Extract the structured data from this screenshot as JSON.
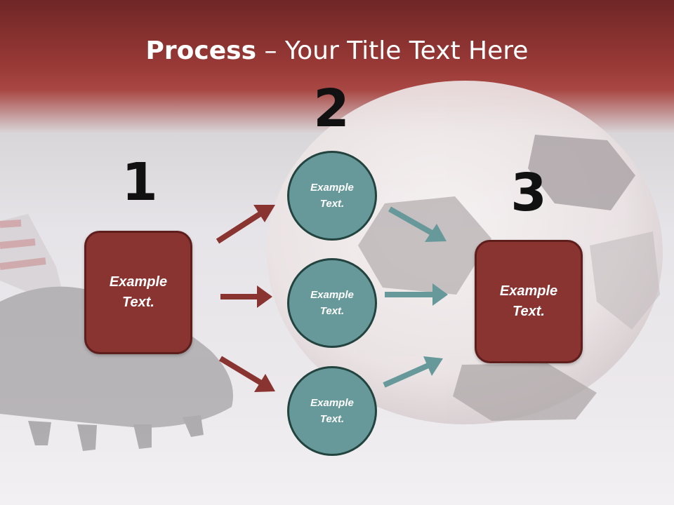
{
  "title": {
    "bold": "Process",
    "rest": " – Your Title Text Here"
  },
  "steps": [
    {
      "number": "1",
      "text": "Example\nText."
    },
    {
      "number": "2",
      "items": [
        {
          "text": "Example\nText."
        },
        {
          "text": "Example\nText."
        },
        {
          "text": "Example\nText."
        }
      ]
    },
    {
      "number": "3",
      "text": "Example\nText."
    }
  ],
  "colors": {
    "box": "#8a3432",
    "circle": "#67999a",
    "arrow_red": "#8a3432",
    "arrow_teal": "#67999a",
    "header": "#9a3a37"
  }
}
